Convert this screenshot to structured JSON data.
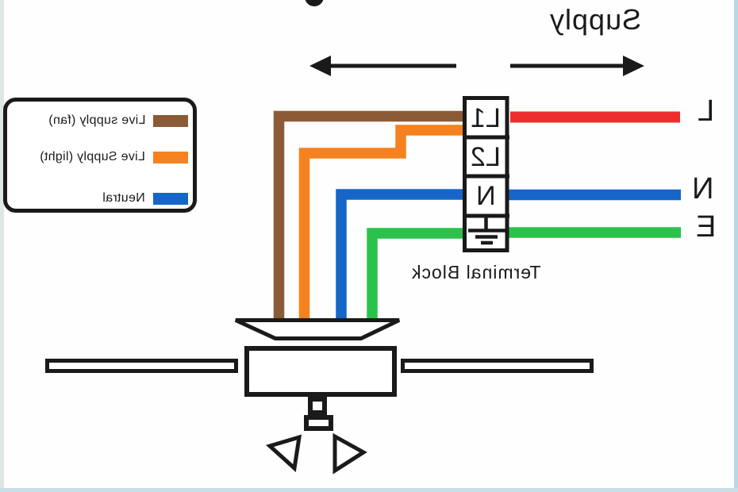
{
  "supply_label": "Supply",
  "terminal_block": {
    "label": "Terminal Block",
    "cells": [
      {
        "label": "L1"
      },
      {
        "label": "L2"
      },
      {
        "label": "N"
      },
      {
        "icon": "earth-ground-symbol"
      }
    ]
  },
  "right_labels": {
    "live": "L",
    "neutral": "N",
    "earth": "E"
  },
  "legend": {
    "items": [
      {
        "label": "Live supply (fan)",
        "color": "#8B5A36"
      },
      {
        "label": "Live Supply (light)",
        "color": "#F5821E"
      },
      {
        "label": "Neutral",
        "color": "#1566C7"
      }
    ]
  },
  "colors": {
    "wire_brown": "#8B5A36",
    "wire_orange": "#F5821E",
    "wire_blue": "#1566C7",
    "wire_green": "#2BC24B",
    "wire_red": "#EE2D2D",
    "outline": "#1A1A1A",
    "edge_left": "#DCE8E3",
    "edge_right": "#BBD7E4",
    "edge_bottom": "#C9DEE9"
  }
}
